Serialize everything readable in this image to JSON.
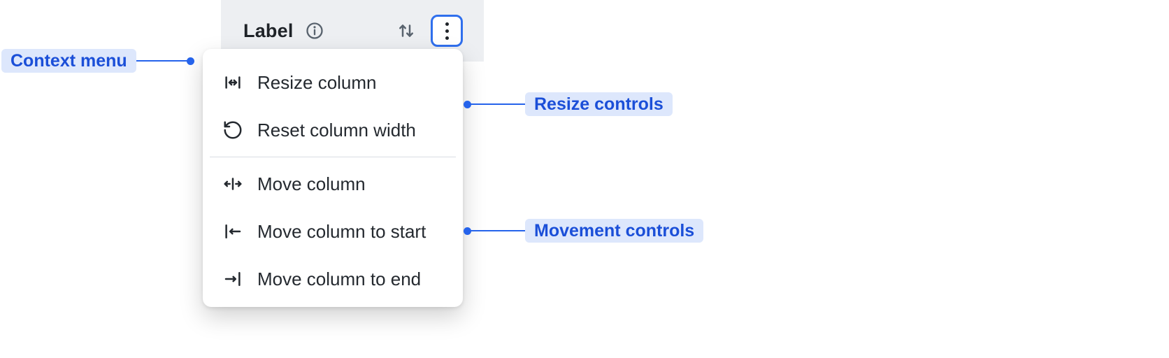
{
  "header": {
    "label": "Label",
    "icons": [
      "info-icon",
      "sort-vertical-icon",
      "kebab-menu-icon"
    ]
  },
  "menu": {
    "items": [
      {
        "label": "Resize column",
        "icon": "resize-column-icon"
      },
      {
        "label": "Reset column width",
        "icon": "reset-width-icon"
      },
      {
        "label": "Move column",
        "icon": "move-column-icon"
      },
      {
        "label": "Move column to start",
        "icon": "move-to-start-icon"
      },
      {
        "label": "Move column to end",
        "icon": "move-to-end-icon"
      }
    ]
  },
  "annotations": [
    {
      "label": "Context menu"
    },
    {
      "label": "Resize controls"
    },
    {
      "label": "Movement controls"
    }
  ],
  "colors": {
    "annotation_text": "#1b4fd8",
    "annotation_bg": "#dde7fc",
    "connector_blue": "#2563eb",
    "focus_ring": "#2f6fed",
    "header_bg": "#edeff2",
    "menu_text": "#24292f"
  }
}
